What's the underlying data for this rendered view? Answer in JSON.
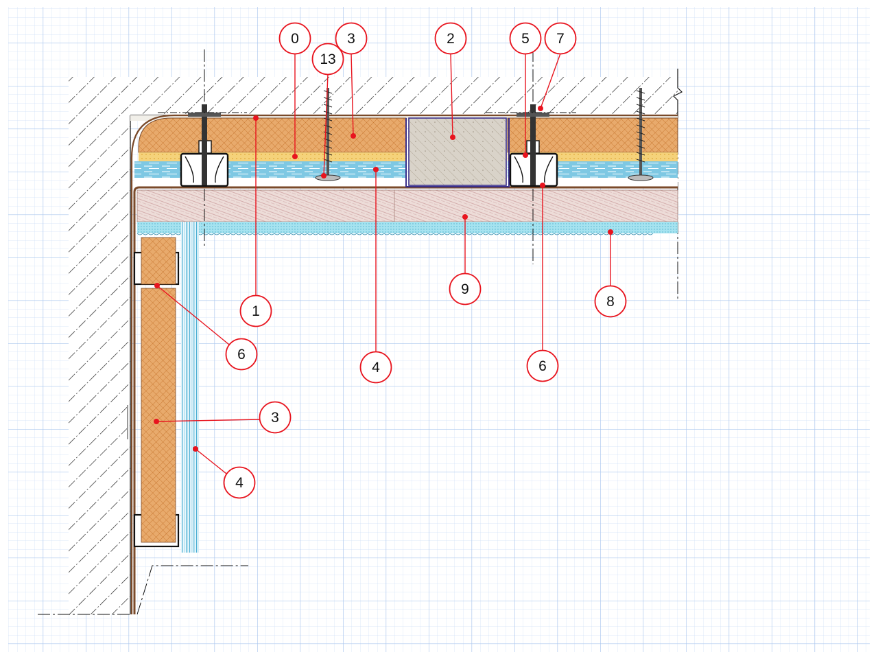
{
  "callouts": [
    {
      "id": "c0",
      "label": "0"
    },
    {
      "id": "c13",
      "label": "13"
    },
    {
      "id": "c3top",
      "label": "3"
    },
    {
      "id": "c2",
      "label": "2"
    },
    {
      "id": "c5",
      "label": "5"
    },
    {
      "id": "c7",
      "label": "7"
    },
    {
      "id": "c1",
      "label": "1"
    },
    {
      "id": "c9",
      "label": "9"
    },
    {
      "id": "c8",
      "label": "8"
    },
    {
      "id": "c6left",
      "label": "6"
    },
    {
      "id": "c4mid",
      "label": "4"
    },
    {
      "id": "c6right",
      "label": "6"
    },
    {
      "id": "c3side",
      "label": "3"
    },
    {
      "id": "c4side",
      "label": "4"
    }
  ],
  "colors": {
    "callout_ring": "#e8141e",
    "leader_dot": "#e8141e",
    "grid_fine": "#cfe0f7",
    "grid_major": "#a9c6ee",
    "insulation": "#e8aa6c",
    "membrane_blue": "#7ec8e3",
    "board_brown": "#7a4a2a",
    "plaster_pink": "#e7d6d2",
    "cap_cyan": "#9fe0ef",
    "yellow_layer": "#f5d27a"
  },
  "icons": {
    "anchor": "anchor-bolt-icon",
    "screw": "screw-icon",
    "bracket": "bracket-profile-icon"
  }
}
